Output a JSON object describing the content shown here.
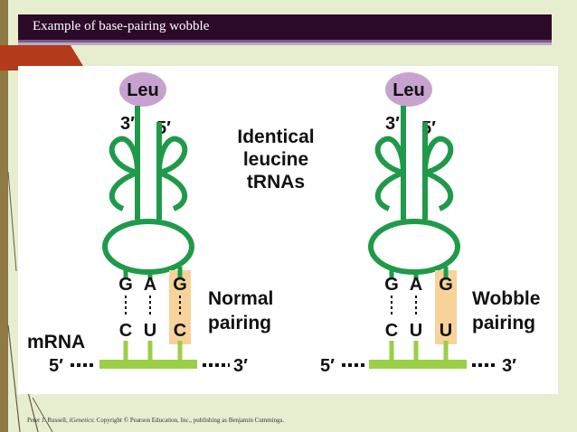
{
  "slide": {
    "title": "Example of base-pairing wobble"
  },
  "diagram": {
    "trna_left": {
      "amino_acid": "Leu",
      "end_3": "3′",
      "end_5": "5′",
      "anticodon": [
        "G",
        "A",
        "G"
      ],
      "codon": [
        "C",
        "U",
        "C"
      ],
      "pairing_label_line1": "Normal",
      "pairing_label_line2": "pairing"
    },
    "trna_right": {
      "amino_acid": "Leu",
      "end_3": "3′",
      "end_5": "5′",
      "anticodon": [
        "G",
        "A",
        "G"
      ],
      "codon": [
        "C",
        "U",
        "U"
      ],
      "pairing_label_line1": "Wobble",
      "pairing_label_line2": "pairing"
    },
    "center_label": [
      "Identical",
      "leucine",
      "tRNAs"
    ],
    "mrna_label": "mRNA",
    "mrna_left_5": "5′",
    "mrna_left_3": "3′",
    "mrna_right_5": "5′",
    "mrna_right_3": "3′",
    "colors": {
      "trna_green": "#1f9a4a",
      "leu_purple": "#c8a2cf",
      "highlight_orange": "#f7d39a",
      "mrna_green": "#9bcf45"
    }
  },
  "footer": {
    "author": "Peter J. Russell, ",
    "book": "iGenetics",
    "rest": ": Copyright © Pearson Education, Inc., publishing as Benjamin Cummings."
  }
}
